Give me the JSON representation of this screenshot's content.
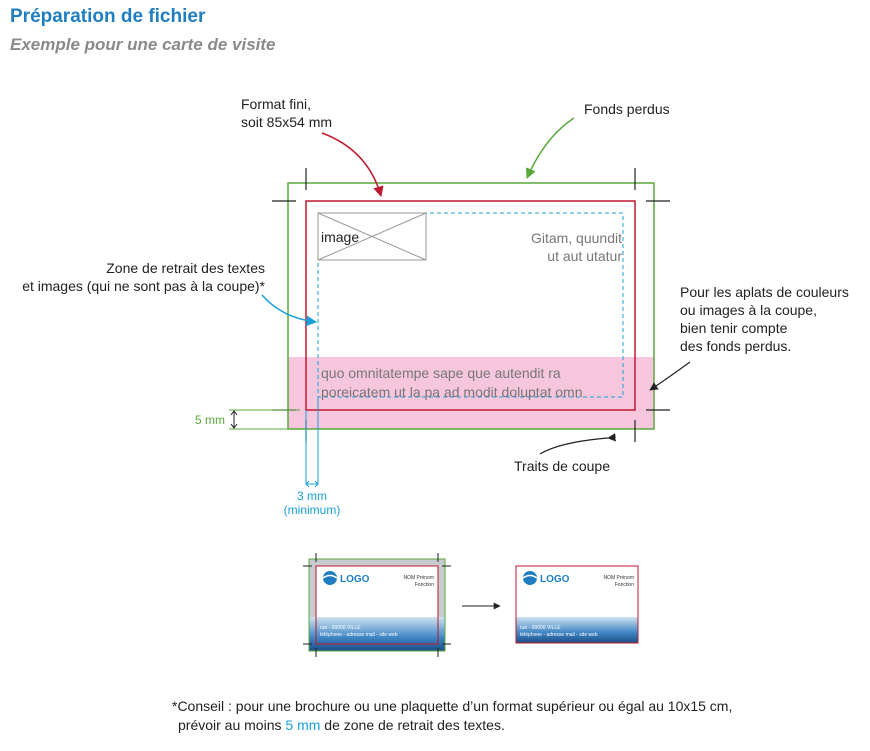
{
  "header": {
    "title": "Préparation de fichier",
    "subtitle": "Exemple pour une carte de visite"
  },
  "labels": {
    "format_line1": "Format fini,",
    "format_line2": "soit 85x54 mm",
    "fonds_perdus": "Fonds perdus",
    "zone_line1": "Zone de retrait des textes",
    "zone_line2": "et images (qui ne sont pas à la coupe)*",
    "aplats_line1": "Pour les aplats de couleurs",
    "aplats_line2": "ou images à la coupe,",
    "aplats_line3": "bien tenir compte",
    "aplats_line4": "des fonds perdus.",
    "traits": "Traits de coupe",
    "five_mm": "5 mm",
    "three_mm": "3 mm",
    "minimum": "(minimum)"
  },
  "card": {
    "image_label": "image",
    "text_right_1": "Gitam, quundit",
    "text_right_2": "ut aut utatur",
    "text_bottom_1": "quo omnitatempe sape que autendit ra",
    "text_bottom_2": "poreicatem ut la pa ad modit doluptat omn"
  },
  "mini_card": {
    "logo": "LOGO",
    "name": "NOM Prénom",
    "role": "Fonction",
    "address": "rue - 00000 VILLE",
    "contact": "téléphone - adresse mail - site web"
  },
  "note": {
    "part1": "*Conseil : pour une brochure ou une plaquette d’un format supérieur ou égal au 10x15 cm,",
    "part2": "prévoir au moins ",
    "highlight": "5 mm",
    "part3": " de zone de retrait des textes."
  },
  "colors": {
    "accent_blue": "#1f7ec1",
    "bleed_green": "#5aa83c",
    "trim_red": "#c0182e",
    "safe_blue": "#1aa0d8",
    "bleed_pink": "#f6c6dc"
  }
}
